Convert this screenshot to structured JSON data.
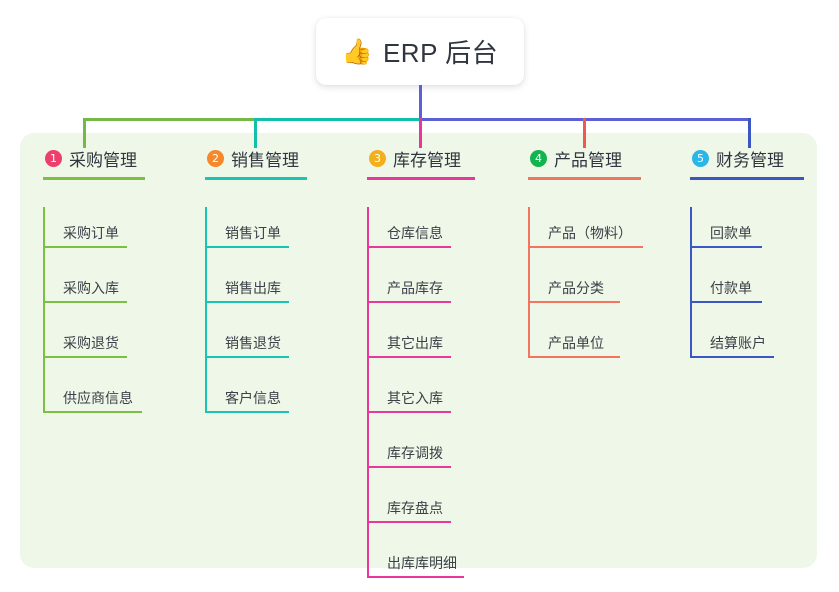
{
  "root": {
    "icon": "thumbs-up-emoji",
    "emoji": "👍",
    "title": "ERP 后台"
  },
  "theme": {
    "panel_bg": "#eef7e8",
    "page_bg": "#ffffff",
    "text": "#2f3640",
    "leaf_text": "#3c4048",
    "trunk_left": "#76b845",
    "trunk_mid": "#12bfa8",
    "trunk_right": "#5c5fd6",
    "drop_col3": "#e8369a"
  },
  "columns": [
    {
      "index": "1",
      "label": "采购管理",
      "badge_color": "#ed3f6c",
      "rule_color": "#7cc043",
      "line_color": "#8cc760",
      "head_rule_width": 102,
      "items": [
        {
          "label": "采购订单",
          "rule_width": 84
        },
        {
          "label": "采购入库",
          "rule_width": 84
        },
        {
          "label": "采购退货",
          "rule_width": 84
        },
        {
          "label": "供应商信息",
          "rule_width": 99
        }
      ]
    },
    {
      "index": "2",
      "label": "销售管理",
      "badge_color": "#f5872d",
      "rule_color": "#19c4b4",
      "line_color": "#42c9bc",
      "head_rule_width": 102,
      "items": [
        {
          "label": "销售订单",
          "rule_width": 84
        },
        {
          "label": "销售出库",
          "rule_width": 84
        },
        {
          "label": "销售退货",
          "rule_width": 84
        },
        {
          "label": "客户信息",
          "rule_width": 84
        }
      ]
    },
    {
      "index": "3",
      "label": "库存管理",
      "badge_color": "#f2b01e",
      "rule_color": "#e8389c",
      "line_color": "#e playing",
      "head_rule_width": 108,
      "items": [
        {
          "label": "仓库信息",
          "rule_width": 84
        },
        {
          "label": "产品库存",
          "rule_width": 84
        },
        {
          "label": "其它出库",
          "rule_width": 84
        },
        {
          "label": "其它入库",
          "rule_width": 84
        },
        {
          "label": "库存调拨",
          "rule_width": 84
        },
        {
          "label": "库存盘点",
          "rule_width": 84
        },
        {
          "label": "出库库明细",
          "rule_width": 97
        }
      ]
    },
    {
      "index": "4",
      "label": "产品管理",
      "badge_color": "#12b44d",
      "rule_color": "#f4755f",
      "line_color": "#f4867a",
      "head_rule_width": 113,
      "items": [
        {
          "label": "产品（物料）",
          "rule_width": 115
        },
        {
          "label": "产品分类",
          "rule_width": 92
        },
        {
          "label": "产品单位",
          "rule_width": 92
        }
      ]
    },
    {
      "index": "5",
      "label": "财务管理",
      "badge_color": "#29b6e8",
      "rule_color": "#3a57c4",
      "line_color": "#8091d8",
      "head_rule_width": 114,
      "items": [
        {
          "label": "回款单",
          "rule_width": 72
        },
        {
          "label": "付款单",
          "rule_width": 72
        },
        {
          "label": "结算账户",
          "rule_width": 84
        }
      ]
    }
  ]
}
